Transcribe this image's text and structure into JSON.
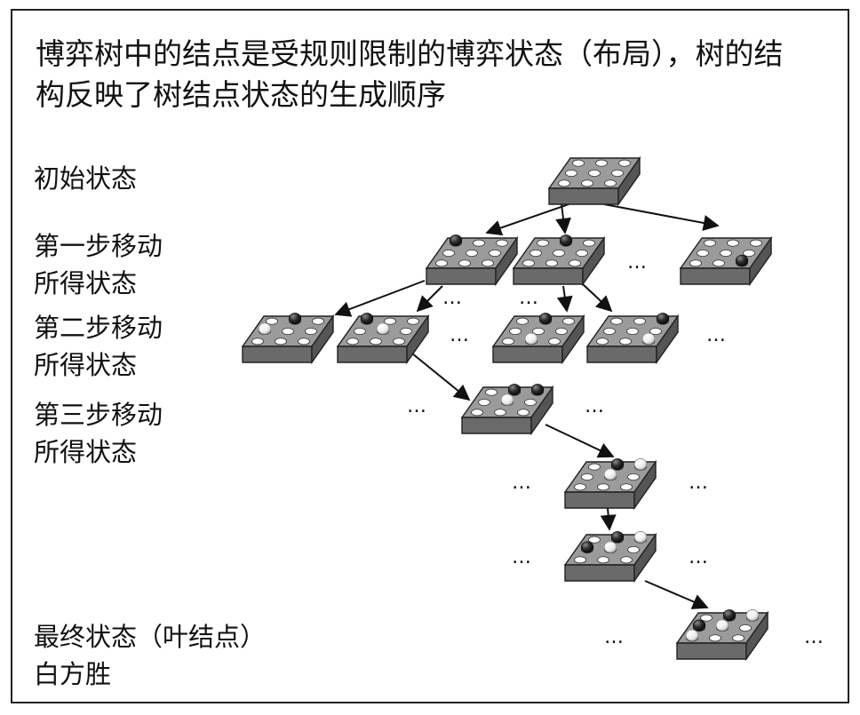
{
  "heading_line1": "博弈树中的结点是受规则限制的博弈状态（布局），树的结",
  "heading_line2": "构反映了树结点状态的生成顺序",
  "levels": {
    "initial": {
      "line1": "初始状态",
      "line2": ""
    },
    "step1": {
      "line1": "第一步移动",
      "line2": "所得状态"
    },
    "step2": {
      "line1": "第二步移动",
      "line2": "所得状态"
    },
    "step3": {
      "line1": "第三步移动",
      "line2": "所得状态"
    },
    "final": {
      "line1": "最终状态（叶结点）",
      "line2": "白方胜"
    }
  },
  "ellipsis": "…",
  "colors": {
    "board_top": "#9b9b9b",
    "board_side": "#6a6a6a",
    "hole": "#ffffff",
    "black_piece": "#2b2b2b",
    "white_piece": "#f2f2f2",
    "arrow": "#111111",
    "border": "#222222"
  }
}
